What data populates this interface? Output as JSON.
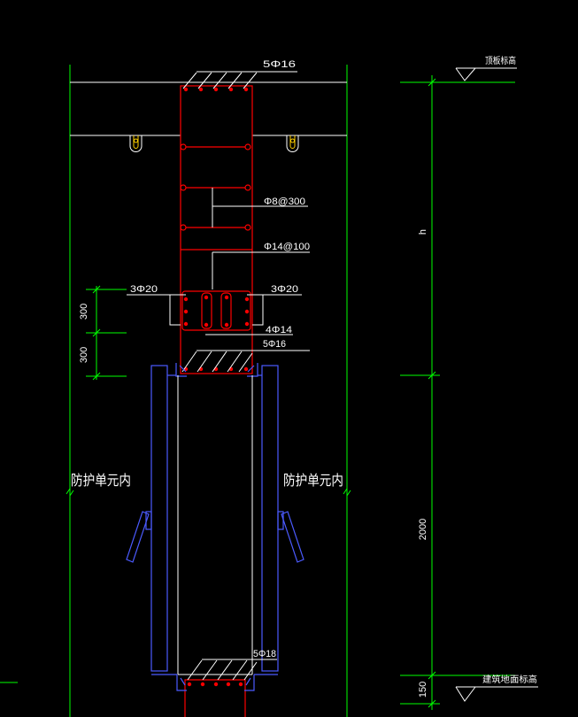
{
  "colors": {
    "background": "#000000",
    "green": "#00ff00",
    "red": "#ff0000",
    "white": "#ffffff",
    "blue": "#4b5bff",
    "yellow": "#ffd000"
  },
  "rebar": {
    "top_bars": "5Φ16",
    "stirrups": "Φ8@300",
    "ties": "Φ14@100",
    "side_bars_left": "3Φ20",
    "side_bars_right": "3Φ20",
    "middle_bars": "4Φ14",
    "bottom_bars": "5Φ16",
    "threshold_bars": "5Φ18"
  },
  "dimensions": {
    "left_upper": "300",
    "left_lower": "300",
    "beam_height": "h",
    "door_height": "2000",
    "floor_offset": "150"
  },
  "zones": {
    "left": "防护单元内",
    "right": "防护单元内"
  },
  "elevations": {
    "top": "顶板标高",
    "floor": "建筑地面标高"
  }
}
